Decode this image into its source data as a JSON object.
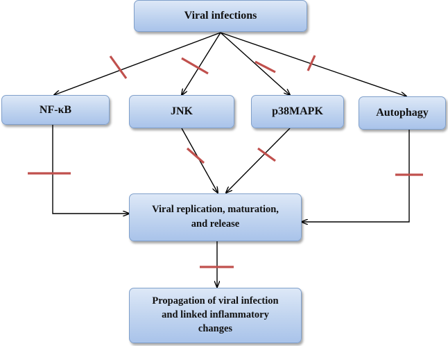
{
  "nodes": {
    "viral_infections": "Viral infections",
    "nfkb": "NF-κB",
    "jnk": "JNK",
    "p38mapk": "p38MAPK",
    "autophagy": "Autophagy",
    "replication_line1": "Viral replication, maturation,",
    "replication_line2": "and release",
    "propagation_line1": "Propagation of viral infection",
    "propagation_line2": "and linked inflammatory",
    "propagation_line3": "changes"
  },
  "colors": {
    "box_top": "#dde8f7",
    "box_bottom": "#a9c3ea",
    "box_border": "#7f9fca",
    "inhibition_mark": "#c0504d",
    "arrow": "#000000"
  }
}
